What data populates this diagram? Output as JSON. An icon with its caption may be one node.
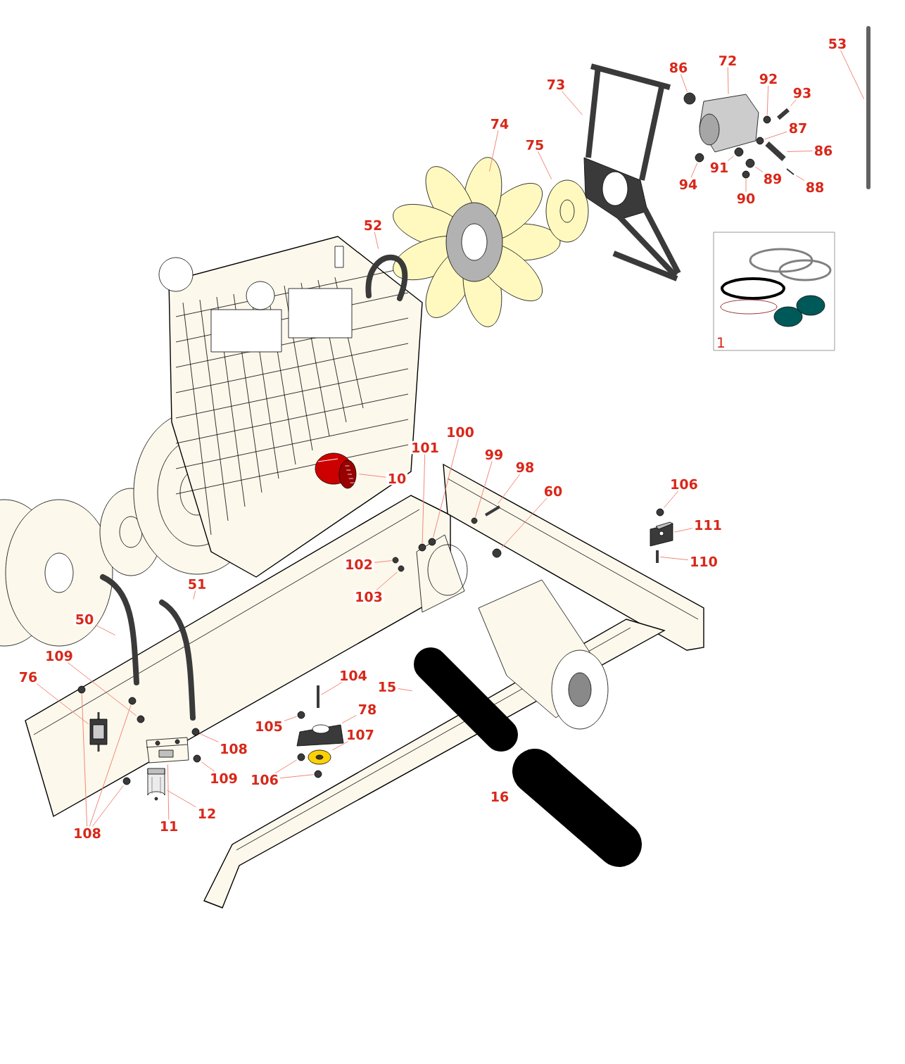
{
  "diagram": {
    "nodes": [
      {
        "text": [
          "53"
        ]
      },
      {
        "text": [
          "72"
        ]
      },
      {
        "text": [
          "86"
        ]
      },
      {
        "text": [
          "92"
        ]
      },
      {
        "text": [
          "73"
        ]
      },
      {
        "text": [
          "93"
        ]
      },
      {
        "text": [
          "87"
        ]
      },
      {
        "text": [
          "74"
        ]
      },
      {
        "text": [
          "75"
        ]
      },
      {
        "text": [
          "86"
        ]
      },
      {
        "text": [
          "91"
        ]
      },
      {
        "text": [
          "94"
        ]
      },
      {
        "text": [
          "89"
        ]
      },
      {
        "text": [
          "88"
        ]
      },
      {
        "text": [
          "90"
        ]
      },
      {
        "text": [
          "1"
        ]
      },
      {
        "text": [
          "52"
        ]
      },
      {
        "text": [
          "100"
        ]
      },
      {
        "text": [
          "101"
        ]
      },
      {
        "text": [
          "99"
        ]
      },
      {
        "text": [
          "98"
        ]
      },
      {
        "text": [
          "60"
        ]
      },
      {
        "text": [
          "10"
        ]
      },
      {
        "text": [
          "106"
        ]
      },
      {
        "text": [
          "111"
        ]
      },
      {
        "text": [
          "110"
        ]
      },
      {
        "text": [
          "102"
        ]
      },
      {
        "text": [
          "103"
        ]
      },
      {
        "text": [
          "51"
        ]
      },
      {
        "text": [
          "50"
        ]
      },
      {
        "text": [
          "109"
        ]
      },
      {
        "text": [
          "76"
        ]
      },
      {
        "text": [
          "104"
        ]
      },
      {
        "text": [
          "15"
        ]
      },
      {
        "text": [
          "78"
        ]
      },
      {
        "text": [
          "105"
        ]
      },
      {
        "text": [
          "107"
        ]
      },
      {
        "text": [
          "108"
        ]
      },
      {
        "text": [
          "109"
        ]
      },
      {
        "text": [
          "106"
        ]
      },
      {
        "text": [
          "12"
        ]
      },
      {
        "text": [
          "11"
        ]
      },
      {
        "text": [
          "108"
        ]
      },
      {
        "text": [],
        "shape": "picture"
      },
      {
        "text": [],
        "shape": "picture"
      },
      {
        "text": [],
        "shape": "circle"
      },
      {
        "text": [],
        "shape": "circle"
      },
      {
        "text": [],
        "shape": "picture"
      },
      {
        "text": [],
        "shape": "picture"
      },
      {
        "text": [],
        "shape": "circle"
      },
      {
        "text": [],
        "shape": "picture"
      },
      {
        "text": [],
        "shape": "picture"
      },
      {
        "text": [],
        "shape": "picture"
      },
      {
        "text": [],
        "shape": "circle"
      },
      {
        "text": [],
        "shape": "circle"
      },
      {
        "text": [],
        "shape": "circle"
      },
      {
        "text": [],
        "shape": "picture"
      },
      {
        "text": [],
        "shape": "circle"
      },
      {
        "text": [],
        "shape": "picture"
      },
      {
        "text": [],
        "shape": "circle"
      },
      {
        "text": [],
        "shape": "circle"
      },
      {
        "text": [],
        "shape": "circle"
      },
      {
        "text": [],
        "shape": "picture"
      },
      {
        "text": [],
        "shape": "circle"
      },
      {
        "text": [],
        "shape": "picture"
      },
      {
        "text": [],
        "shape": "circle"
      },
      {
        "text": [],
        "shape": "picture"
      },
      {
        "text": [],
        "shape": "picture"
      },
      {
        "text": [],
        "shape": "circle"
      },
      {
        "text": [],
        "shape": "circle"
      },
      {
        "text": [],
        "shape": "picture"
      },
      {
        "text": [],
        "shape": "picture"
      },
      {
        "text": [],
        "shape": "circle"
      },
      {
        "text": [],
        "shape": "picture"
      },
      {
        "text": [],
        "shape": "picture"
      },
      {
        "text": [],
        "shape": "picture"
      },
      {
        "text": [],
        "shape": "picture"
      },
      {
        "text": [],
        "shape": "circle"
      },
      {
        "text": [],
        "shape": "picture"
      },
      {
        "text": [],
        "shape": "circle"
      },
      {
        "text": [],
        "shape": "circle"
      },
      {
        "text": [],
        "shape": "circle"
      },
      {
        "text": [],
        "shape": "circle"
      },
      {
        "text": [],
        "shape": "picture"
      },
      {
        "text": [],
        "shape": "picture"
      },
      {
        "text": [],
        "shape": "circle"
      },
      {
        "text": [],
        "shape": "circle"
      },
      {
        "text": [],
        "shape": "circle"
      }
    ],
    "edges": [
      {
        "from": 0,
        "to": 43,
        "arrow": "none"
      },
      {
        "from": 1,
        "to": 44,
        "arrow": "none"
      },
      {
        "from": 2,
        "to": 45,
        "arrow": "none"
      },
      {
        "from": 3,
        "to": 46,
        "arrow": "none"
      },
      {
        "from": 4,
        "to": 47,
        "arrow": "none"
      },
      {
        "from": 5,
        "to": 48,
        "arrow": "none"
      },
      {
        "from": 6,
        "to": 49,
        "arrow": "none"
      },
      {
        "from": 7,
        "to": 50,
        "arrow": "none"
      },
      {
        "from": 8,
        "to": 51,
        "arrow": "none"
      },
      {
        "from": 9,
        "to": 52,
        "arrow": "none"
      },
      {
        "from": 10,
        "to": 53,
        "arrow": "none"
      },
      {
        "from": 11,
        "to": 54,
        "arrow": "none"
      },
      {
        "from": 12,
        "to": 55,
        "arrow": "none"
      },
      {
        "from": 13,
        "to": 56,
        "arrow": "none"
      },
      {
        "from": 14,
        "to": 57,
        "arrow": "none"
      },
      {
        "from": 16,
        "to": 58,
        "arrow": "none"
      },
      {
        "from": 17,
        "to": 59,
        "arrow": "none"
      },
      {
        "from": 18,
        "to": 60,
        "arrow": "none"
      },
      {
        "from": 19,
        "to": 61,
        "arrow": "none"
      },
      {
        "from": 20,
        "to": 62,
        "arrow": "none"
      },
      {
        "from": 21,
        "to": 63,
        "arrow": "none"
      },
      {
        "from": 22,
        "to": 64,
        "arrow": "none"
      },
      {
        "from": 23,
        "to": 65,
        "arrow": "none"
      },
      {
        "from": 24,
        "to": 66,
        "arrow": "none"
      },
      {
        "from": 25,
        "to": 67,
        "arrow": "none"
      },
      {
        "from": 26,
        "to": 68,
        "arrow": "none"
      },
      {
        "from": 27,
        "to": 69,
        "arrow": "none"
      },
      {
        "from": 28,
        "to": 70,
        "arrow": "none"
      },
      {
        "from": 29,
        "to": 71,
        "arrow": "none"
      },
      {
        "from": 30,
        "to": 72,
        "arrow": "none"
      },
      {
        "from": 31,
        "to": 73,
        "arrow": "none"
      },
      {
        "from": 32,
        "to": 74,
        "arrow": "none"
      },
      {
        "from": 33,
        "to": 75,
        "arrow": "none"
      },
      {
        "from": 34,
        "to": 76,
        "arrow": "none"
      },
      {
        "from": 35,
        "to": 77,
        "arrow": "none"
      },
      {
        "from": 36,
        "to": 78,
        "arrow": "none"
      },
      {
        "from": 37,
        "to": 79,
        "arrow": "none"
      },
      {
        "from": 38,
        "to": 80,
        "arrow": "none"
      },
      {
        "from": 39,
        "to": 81,
        "arrow": "none"
      },
      {
        "from": 39,
        "to": 82,
        "arrow": "none"
      },
      {
        "from": 40,
        "to": 83,
        "arrow": "none"
      },
      {
        "from": 41,
        "to": 84,
        "arrow": "none"
      },
      {
        "from": 42,
        "to": 85,
        "arrow": "none"
      },
      {
        "from": 42,
        "to": 86,
        "arrow": "none"
      },
      {
        "from": 42,
        "to": 87,
        "arrow": "none"
      }
    ],
    "labels": [
      "16"
    ]
  }
}
